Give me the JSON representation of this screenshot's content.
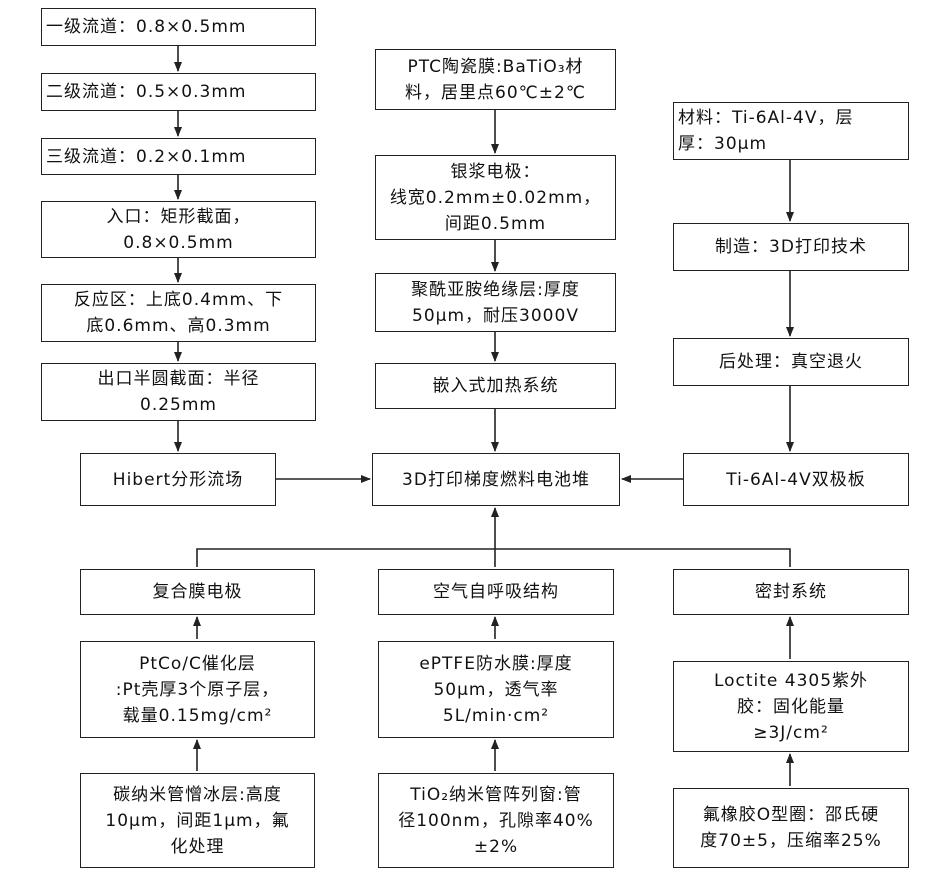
{
  "left": {
    "channel1": "一级流道：0.8×0.5mm",
    "channel2": "二级流道：0.5×0.3mm",
    "channel3": "三级流道：0.2×0.1mm",
    "inlet": "入口：矩形截面，\n0.8×0.5mm",
    "reaction_zone": "反应区：上底0.4mm、下\n底0.6mm、高0.3mm",
    "outlet": "出口半圆截面：半径\n0.25mm",
    "flow_field": "Hibert分形流场"
  },
  "middle": {
    "ptc_film": "PTC陶瓷膜:BaTiO₃材\n料，居里点60℃±2℃",
    "silver_electrode": "银浆电极：\n线宽0.2mm±0.02mm，\n间距0.5mm",
    "polyimide_layer": "聚酰亚胺绝缘层:厚度\n50μm，耐压3000V",
    "heating_system": "嵌入式加热系统"
  },
  "right": {
    "material": "材料：Ti-6Al-4V，层\n厚：30μm",
    "manufacturing": "制造：3D打印技术",
    "post_processing": "后处理：真空退火",
    "bipolar_plate": "Ti-6Al-4V双极板"
  },
  "center": {
    "fuel_cell_stack": "3D打印梯度燃料电池堆"
  },
  "bottom": {
    "membrane_electrode": "复合膜电极",
    "catalyst_layer": "PtCo/C催化层\n:Pt壳厚3个原子层，\n载量0.15mg/cm²",
    "carbon_nanotube": "碳纳米管憎冰层:高度\n10μm，间距1μm，氟\n化处理",
    "air_breathing": "空气自呼吸结构",
    "eptfe_membrane": "ePTFE防水膜:厚度\n50μm，透气率\n5L/min·cm²",
    "tio2_array": "TiO₂纳米管阵列窗:管\n径100nm，孔隙率40%\n±2%",
    "sealing_system": "密封系统",
    "loctite_glue": "Loctite 4305紫外\n胶：固化能量\n≥3J/cm²",
    "fluororubber_oring": "氟橡胶O型圈：邵氏硬\n度70±5，压缩率25%"
  }
}
